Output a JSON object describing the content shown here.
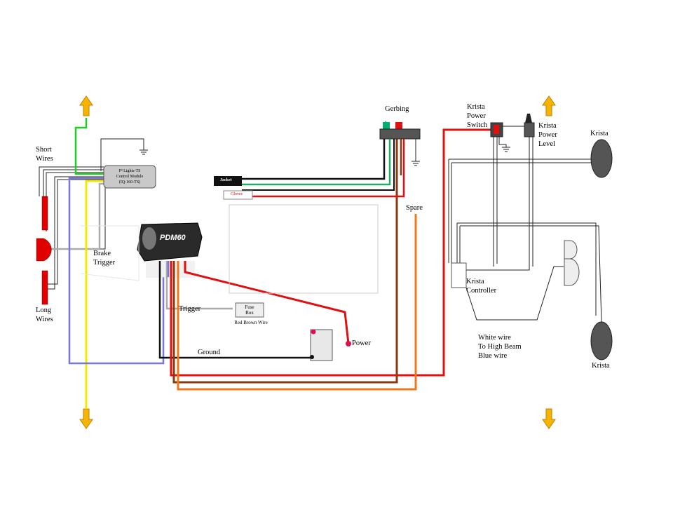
{
  "labels": {
    "short_wires": "Short\nWires",
    "long_wires": "Long\nWires",
    "brake_trigger": "Brake\nTrigger",
    "trigger": "Trigger",
    "ground": "Ground",
    "power": "Power",
    "spare": "Spare",
    "gerbing": "Gerbing",
    "jacket": "Jacket",
    "gloves": "Gloves",
    "fuse_box": "Fuse\nBox",
    "red_brown_wire": "Red Brown Wire",
    "krista_power_switch": "Krista\nPower\nSwitch",
    "krista_power_level": "Krista\nPower\nLevel",
    "krista_top": "Krista",
    "krista_bottom": "Krista",
    "krista_controller": "Krista\nController",
    "white_wire_note": "White wire\nTo High Beam\nBlue wire",
    "p3_module": "P³ Lights-TS\nControl Module\n(IQ-160-TS)",
    "pdm_brand": "PDM60"
  },
  "colors": {
    "arrow_fill": "#f4b400",
    "wire_green": "#22cc22",
    "wire_yellow": "#f5e800",
    "wire_blue": "#7777dd",
    "wire_red": "#e01010",
    "wire_brown": "#8b3a10",
    "wire_orange": "#f07818",
    "wire_teal": "#00b070",
    "lamp_red": "#e00000",
    "krista_gray": "#555555"
  }
}
